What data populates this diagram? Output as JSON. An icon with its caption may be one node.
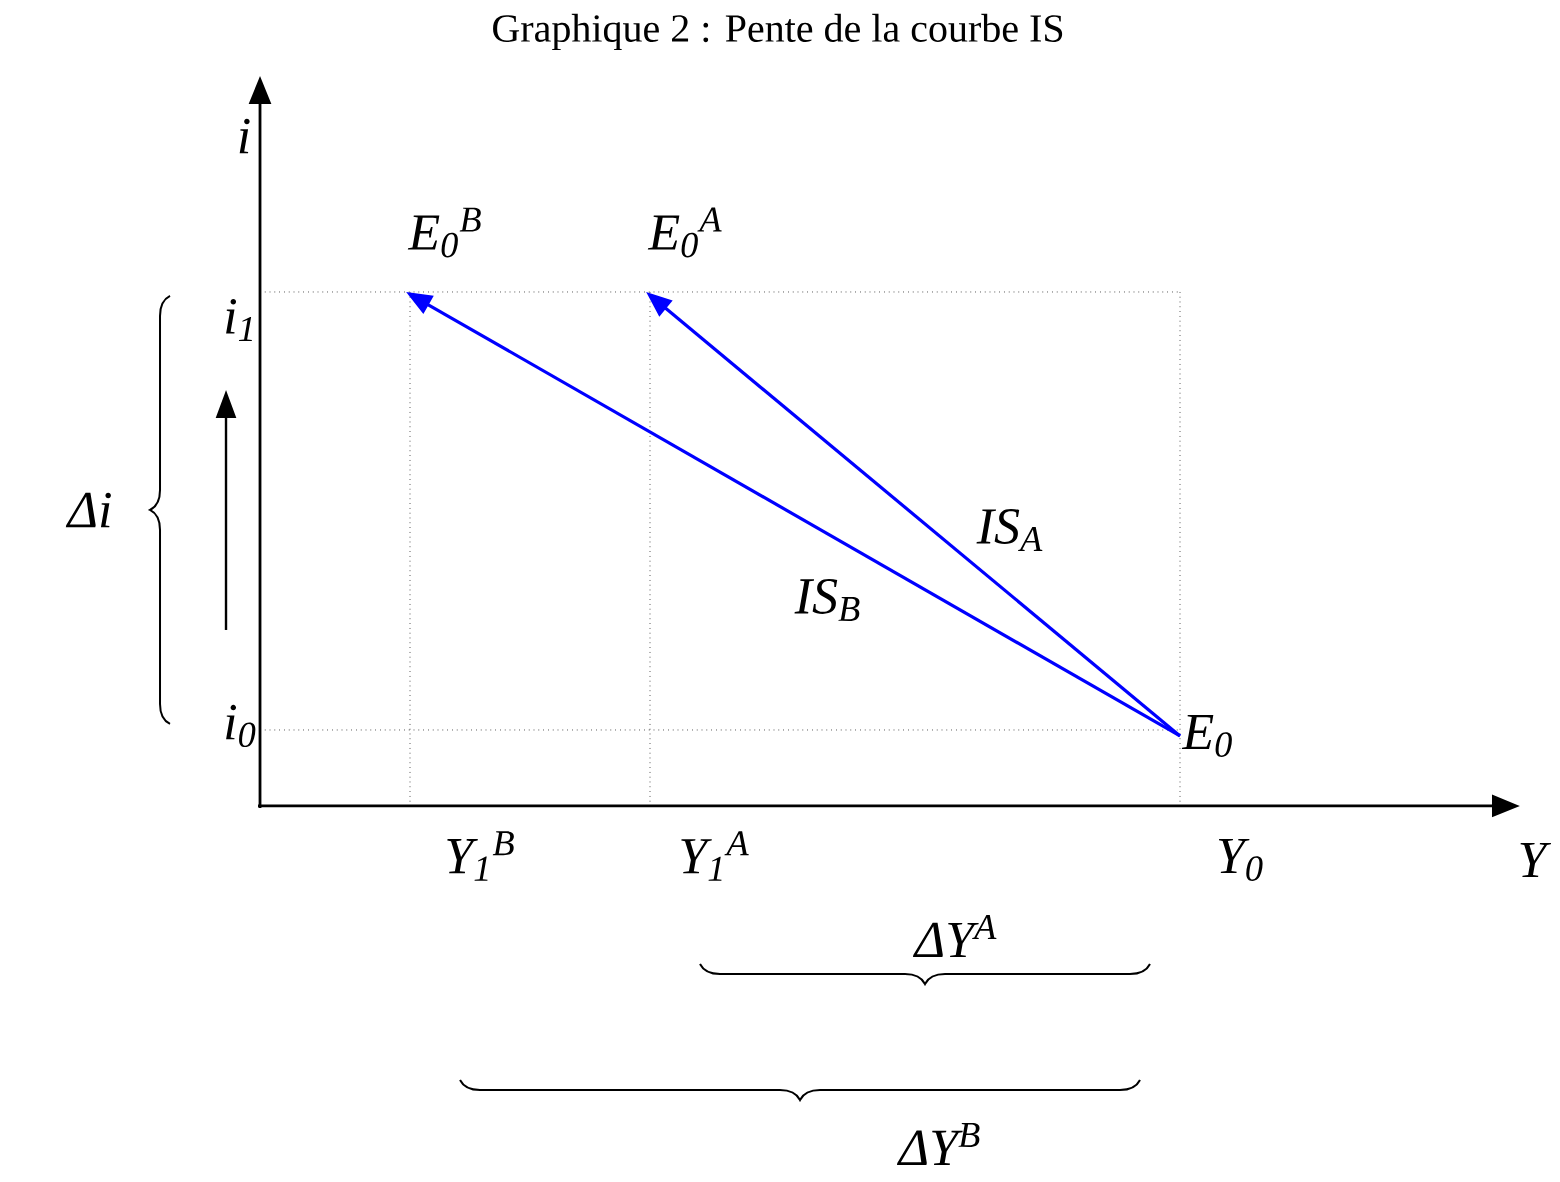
{
  "diagram": {
    "title": "Graphique 2 : Pente de la courbe IS",
    "nodes": [
      {
        "text": [
          "E$_{0}$$^{B}$"
        ]
      },
      {
        "text": [
          "E$_{0}$$^{A}$"
        ]
      },
      {
        "text": [
          "E$_{0}$"
        ]
      }
    ],
    "edges": [
      {
        "from": 2,
        "to": 1,
        "arrow": "to",
        "label": "IS$_{A}$"
      },
      {
        "from": 2,
        "to": 0,
        "arrow": "to",
        "label": "IS$_{B}$"
      }
    ],
    "labels": [
      "i",
      "i$_{1}$",
      "Δi",
      "i$_{0}$",
      "Y$_{1}$$^{B}$",
      "Y$_{1}$$^{A}$",
      "Y$_{0}$",
      "Y",
      "ΔY$^{A}$",
      "ΔY$^{B}$"
    ]
  }
}
